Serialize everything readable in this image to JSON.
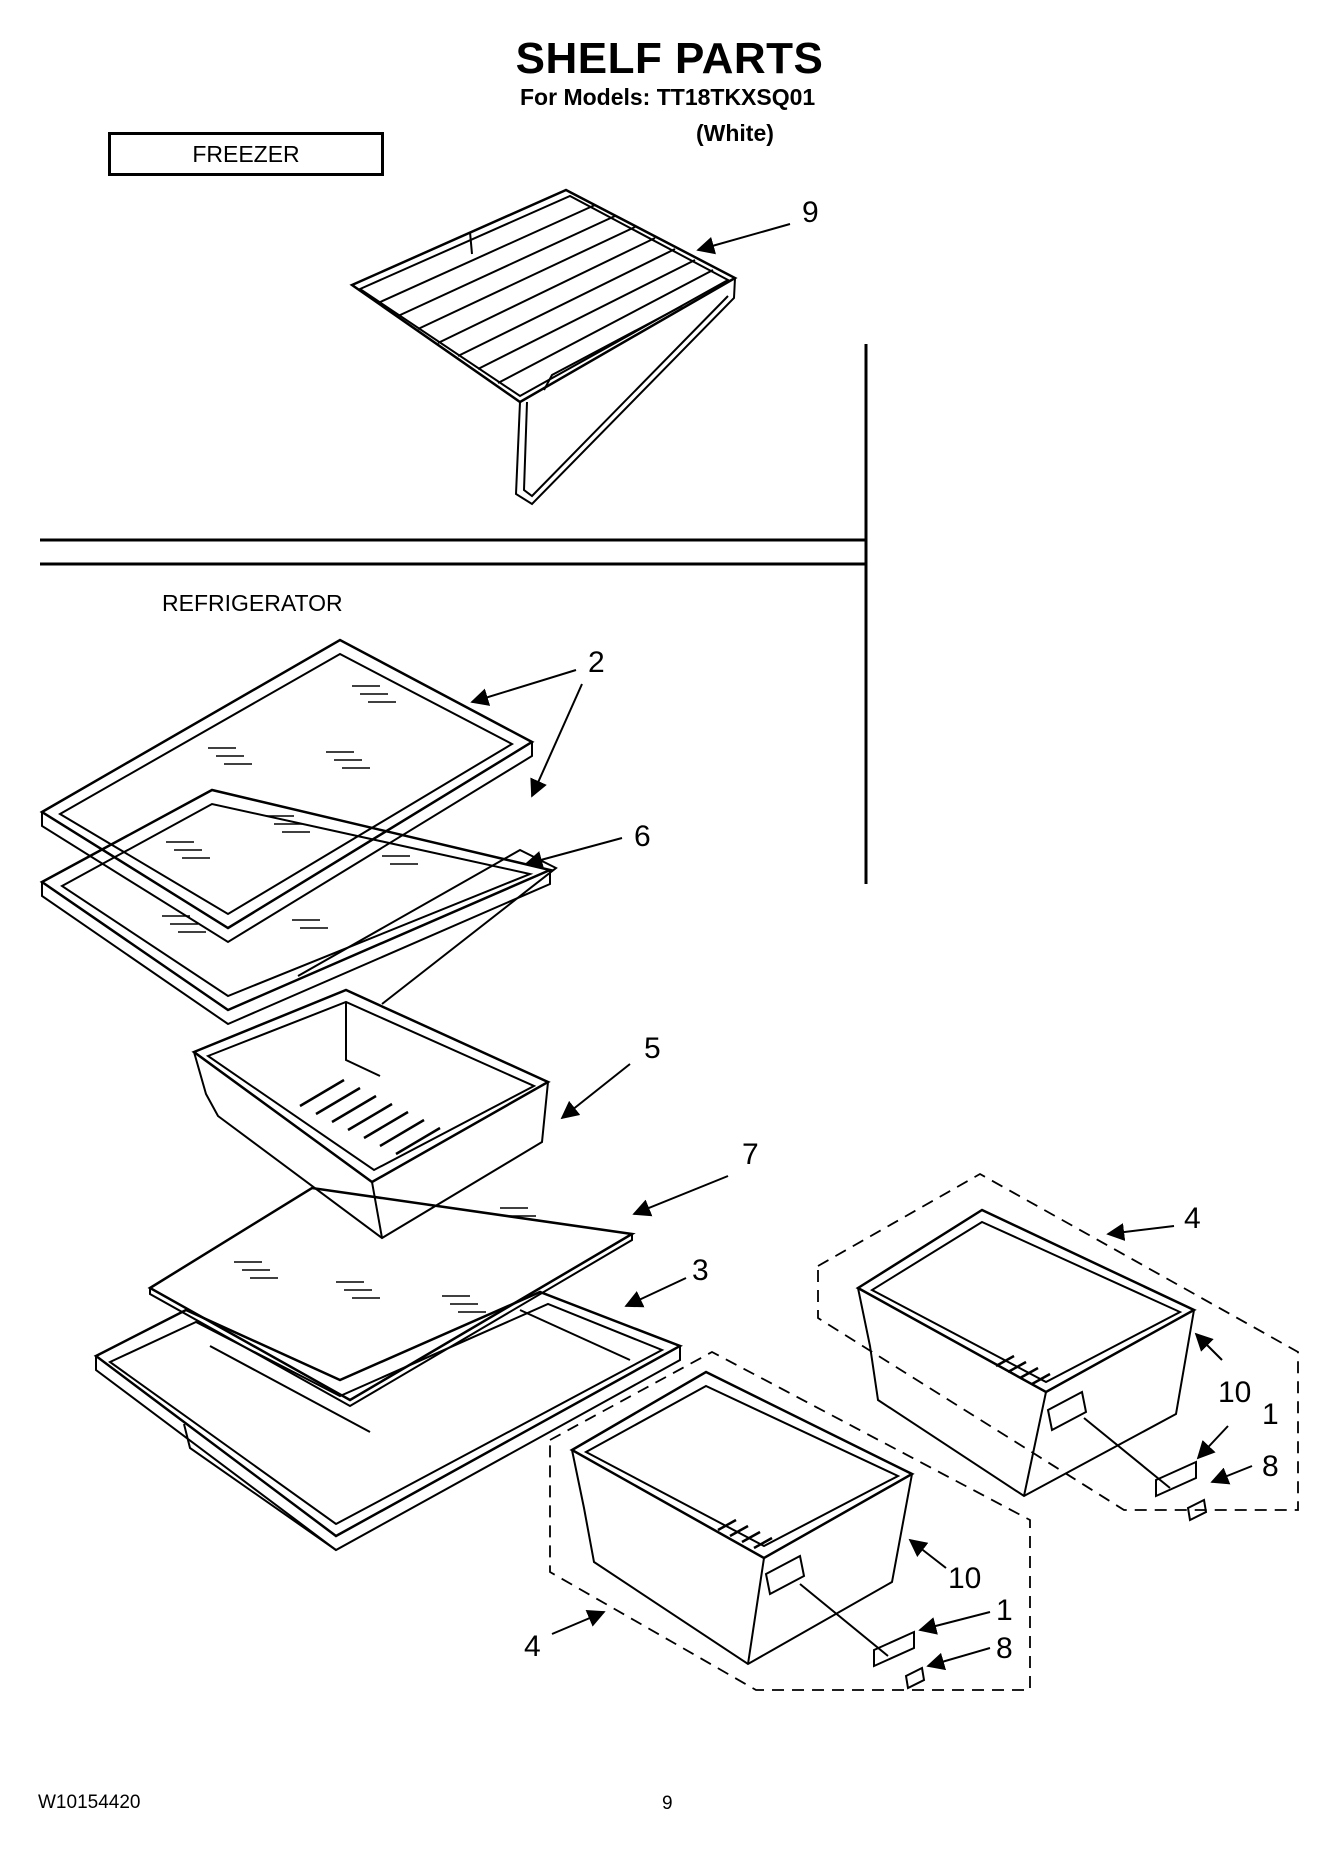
{
  "header": {
    "title": "SHELF PARTS",
    "models_line": "For Models: TT18TKXSQ01",
    "variant": "(White)"
  },
  "sections": {
    "freezer": "FREEZER",
    "refrigerator": "REFRIGERATOR"
  },
  "callouts": {
    "n9": "9",
    "n2": "2",
    "n6": "6",
    "n5": "5",
    "n7": "7",
    "n3": "3",
    "n4_right": "4",
    "n10_right": "10",
    "n1_right": "1",
    "n8_right": "8",
    "n10_left": "10",
    "n1_left": "1",
    "n8_left": "8",
    "n4_left": "4"
  },
  "footer": {
    "document_number": "W10154420",
    "page_number": "9"
  }
}
